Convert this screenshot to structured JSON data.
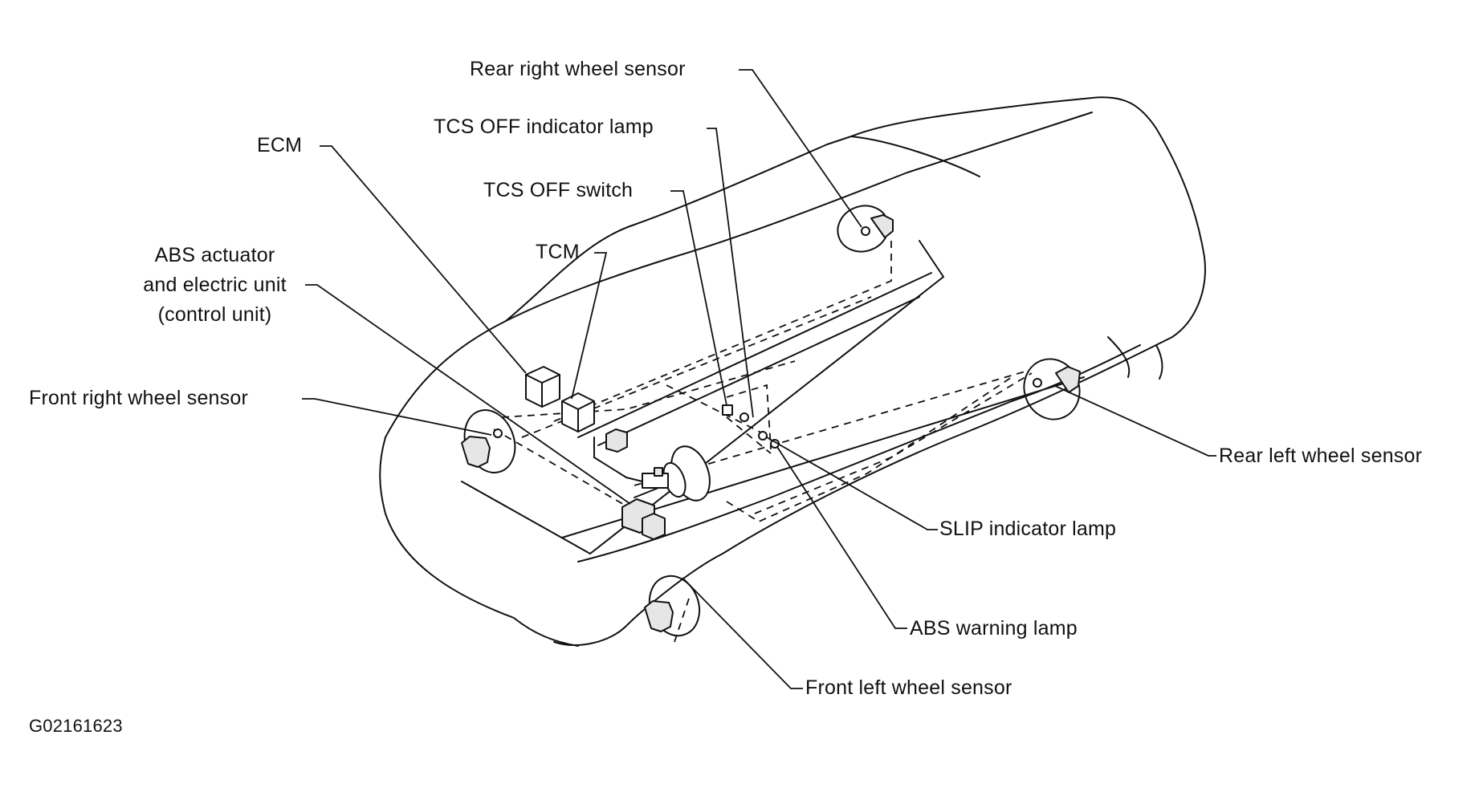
{
  "labels": {
    "rear_right_wheel_sensor": "Rear right wheel sensor",
    "tcs_off_indicator_lamp": "TCS OFF indicator lamp",
    "ecm": "ECM",
    "tcs_off_switch": "TCS OFF switch",
    "abs_actuator_line1": "ABS actuator",
    "abs_actuator_line2": "and electric unit",
    "abs_actuator_line3": "(control unit)",
    "tcm": "TCM",
    "front_right_wheel_sensor": "Front right wheel sensor",
    "rear_left_wheel_sensor": "Rear left wheel sensor",
    "slip_indicator_lamp": "SLIP indicator lamp",
    "abs_warning_lamp": "ABS warning lamp",
    "front_left_wheel_sensor": "Front left wheel sensor"
  },
  "figure_id": "G02161623"
}
